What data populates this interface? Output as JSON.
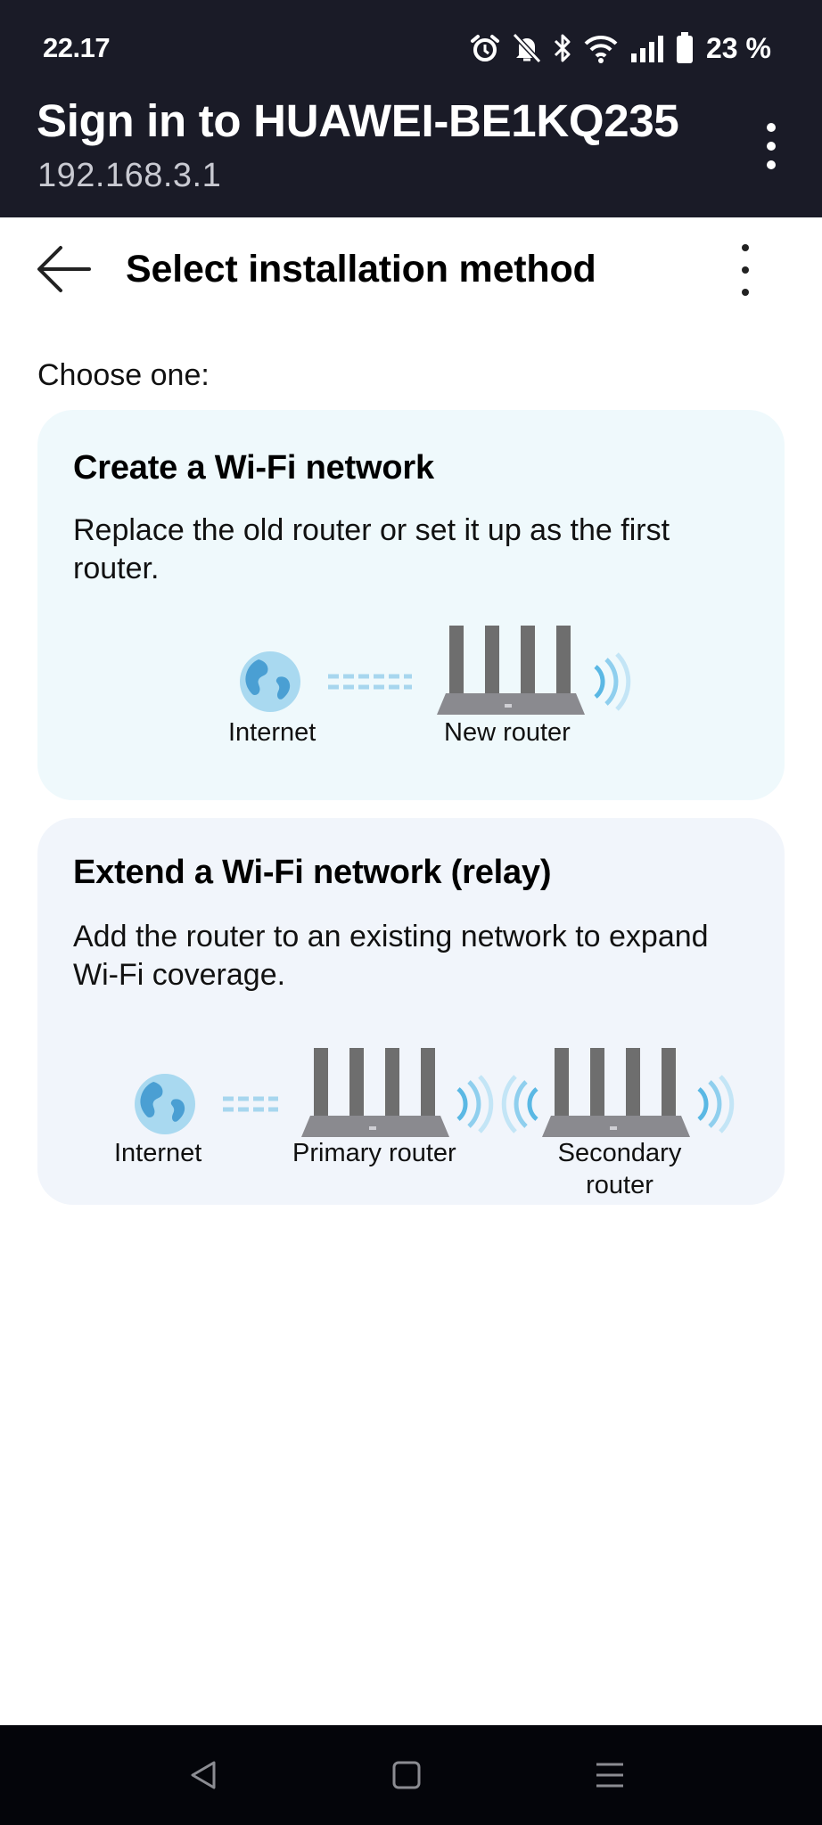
{
  "status_bar": {
    "time": "22.17",
    "battery": "23 %",
    "icons": [
      "alarm-icon",
      "bell-off-icon",
      "bluetooth-icon",
      "wifi-icon",
      "signal-icon",
      "battery-icon"
    ]
  },
  "portal": {
    "title": "Sign in to HUAWEI-BE1KQ235",
    "url": "192.168.3.1",
    "menu_icon": "more-vertical-icon"
  },
  "appbar": {
    "title": "Select installation method",
    "back_icon": "arrow-left-icon",
    "menu_icon": "more-vertical-icon"
  },
  "prompt": "Choose one:",
  "options": [
    {
      "title": "Create a Wi-Fi network",
      "description": "Replace the old router or set it up as the first router.",
      "labels": {
        "internet": "Internet",
        "new_router": "New router"
      }
    },
    {
      "title": "Extend a Wi-Fi network (relay)",
      "description": "Add the router to an existing network to expand Wi-Fi coverage.",
      "labels": {
        "internet": "Internet",
        "primary_router": "Primary router",
        "secondary_router_line1": "Secondary",
        "secondary_router_line2": "router"
      }
    }
  ],
  "nav_bar": {
    "icons": [
      "back-triangle-icon",
      "home-square-icon",
      "recents-lines-icon"
    ]
  },
  "colors": {
    "header_bg": "#1a1b27",
    "card1_bg": "#eff9fc",
    "card2_bg": "#f1f5fb",
    "router_gray": "#6e6e6e",
    "wifi_blue": "#74c3e6"
  }
}
